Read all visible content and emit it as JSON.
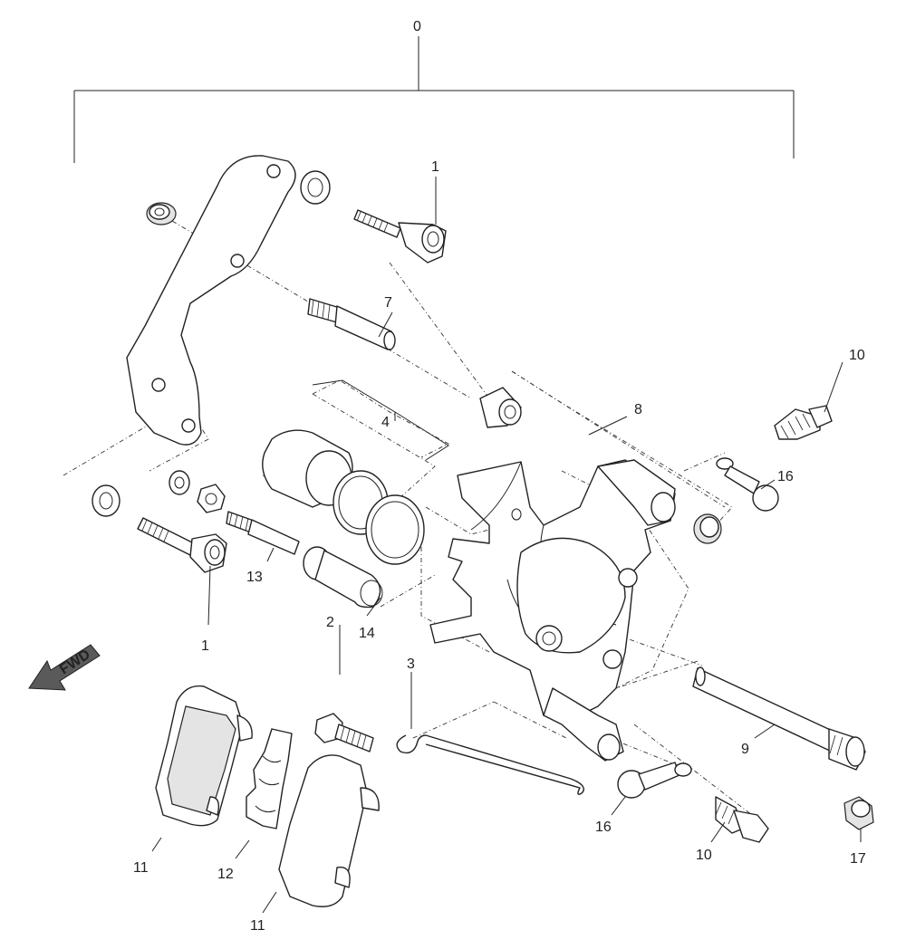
{
  "diagram": {
    "labels": {
      "assembly": "0",
      "bolt_top": "1",
      "bolt_bottom": "1",
      "bolt_small": "2",
      "spring": "3",
      "piston_set": "4",
      "pin": "7",
      "boot_set": "8",
      "pad_pin": "9",
      "bleeder_top": "10",
      "bleeder_bottom": "10",
      "pad_left": "11",
      "pad_right": "11",
      "shim": "12",
      "shaft": "13",
      "slide_pin": "14",
      "cap_top": "16",
      "cap_bottom": "16",
      "plug": "17"
    },
    "fwd_arrow": "FWD"
  }
}
